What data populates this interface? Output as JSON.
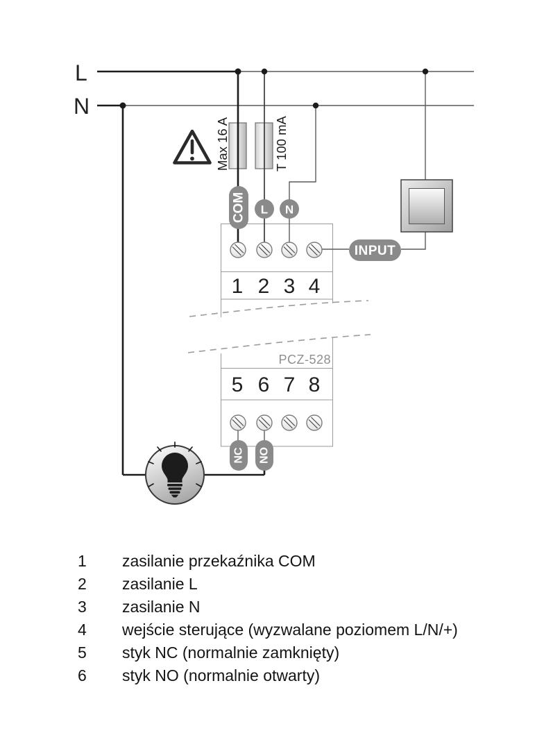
{
  "diagram": {
    "power_labels": {
      "line": "L",
      "neutral": "N"
    },
    "warning_mark": "!",
    "fuses": {
      "fuse_main": "Max 16 A",
      "fuse_control": "T 100 mA"
    },
    "badges": {
      "com": "COM",
      "l": "L",
      "n": "N",
      "input": "INPUT",
      "nc": "NC",
      "no": "NO"
    },
    "device_model": "PCZ-528",
    "terminals_top": [
      "1",
      "2",
      "3",
      "4"
    ],
    "terminals_bottom": [
      "5",
      "6",
      "7",
      "8"
    ]
  },
  "legend": {
    "items": [
      {
        "num": "1",
        "text": "zasilanie przekaźnika COM"
      },
      {
        "num": "2",
        "text": "zasilanie L"
      },
      {
        "num": "3",
        "text": "zasilanie N"
      },
      {
        "num": "4",
        "text": "wejście sterujące (wyzwalane poziomem L/N/+)"
      },
      {
        "num": "5",
        "text": "styk NC (normalnie zamknięty)"
      },
      {
        "num": "6",
        "text": "styk NO (normalnie otwarty)"
      }
    ]
  },
  "colors": {
    "wire_thick": "#1c1c1c",
    "wire_thin": "#5a5a5a",
    "badge_gray": "#8a8a8a",
    "block_border": "#9a9a9a",
    "model_text": "#8f8f8f"
  }
}
